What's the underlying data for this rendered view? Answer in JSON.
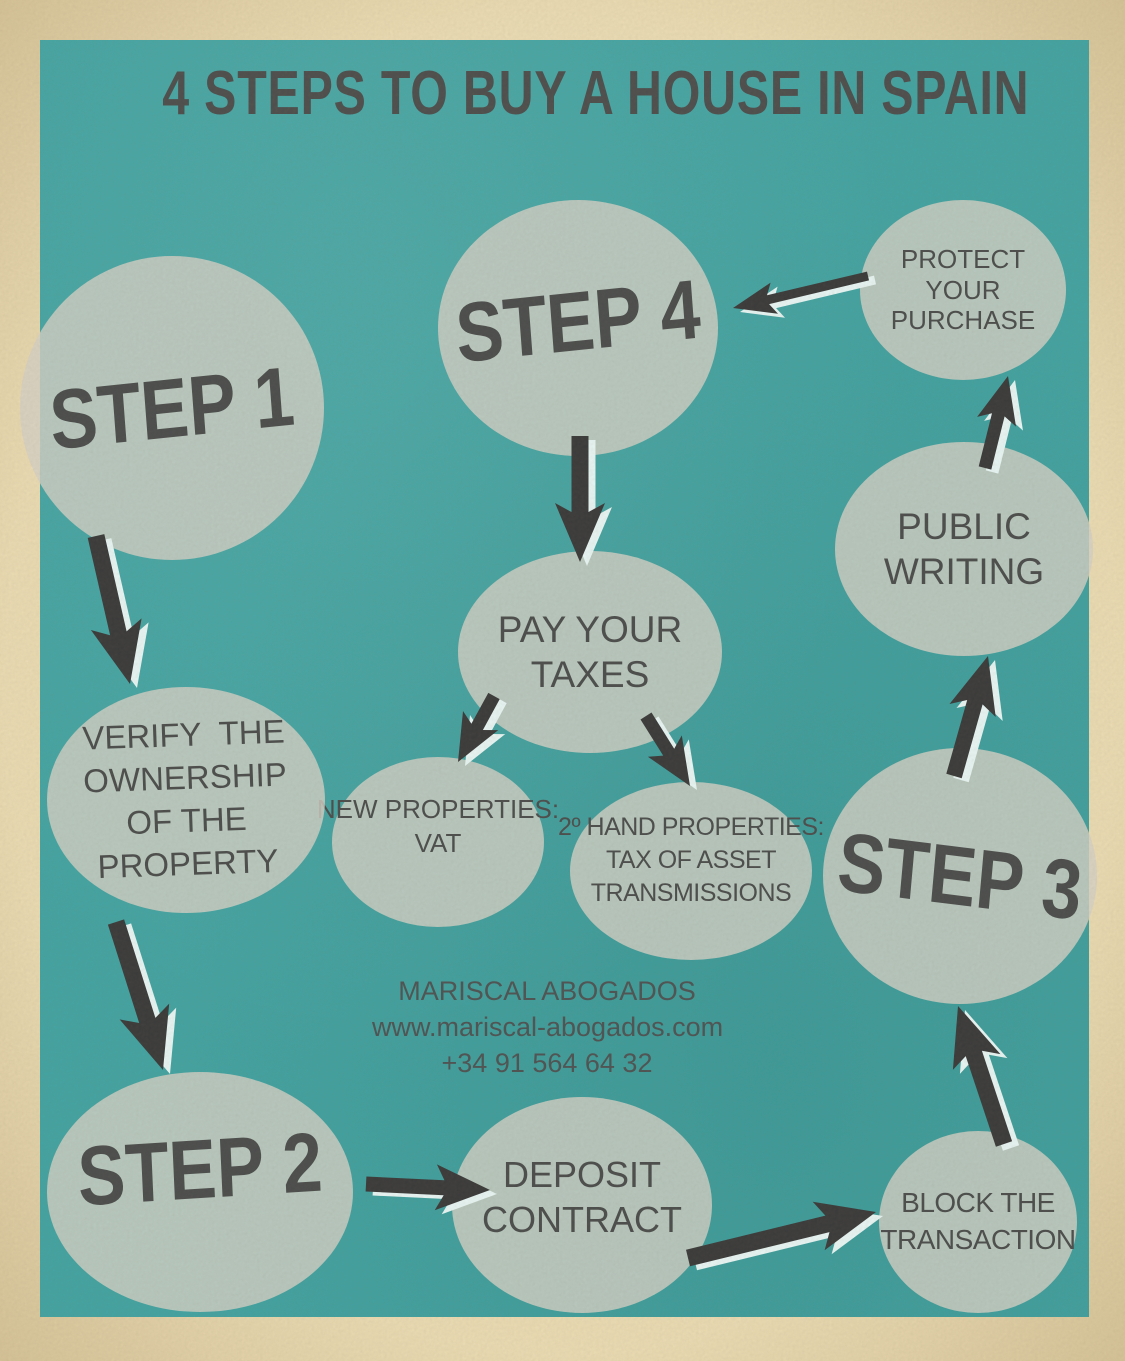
{
  "title": "4 STEPS TO BUY A HOUSE IN SPAIN",
  "nodes": {
    "step1": {
      "label": "STEP 1"
    },
    "step4": {
      "label": "STEP 4"
    },
    "protect": {
      "lines": [
        "PROTECT",
        "YOUR",
        "PURCHASE"
      ]
    },
    "public_writing": {
      "lines": [
        "PUBLIC",
        "WRITING"
      ]
    },
    "pay_taxes": {
      "lines": [
        "PAY YOUR",
        "TAXES"
      ]
    },
    "new_properties": {
      "lines": [
        "NEW PROPERTIES:",
        "VAT"
      ]
    },
    "second_hand": {
      "lines": [
        "2º HAND PROPERTIES:",
        "TAX OF ASSET",
        "TRANSMISSIONS"
      ]
    },
    "verify": {
      "lines": [
        "VERIFY  THE",
        "OWNERSHIP",
        "OF THE",
        "PROPERTY"
      ]
    },
    "step3": {
      "label": "STEP 3"
    },
    "step2": {
      "label": "STEP 2"
    },
    "deposit": {
      "lines": [
        "DEPOSIT",
        "CONTRACT"
      ]
    },
    "block": {
      "lines": [
        "BLOCK THE",
        "TRANSACTION"
      ]
    }
  },
  "contact": {
    "firm": "MARISCAL ABOGADOS",
    "website": "www.mariscal-abogados.com",
    "phone": "+34 91 564 64 32"
  },
  "colors": {
    "border_parchment": "#e9dab2",
    "panel_teal": "#43a3a1",
    "circle_sage": "#b8c6bd",
    "text_gray": "#4c4e4d",
    "arrow_dark": "#3b3b3b",
    "arrow_highlight": "#e6f4f2"
  }
}
